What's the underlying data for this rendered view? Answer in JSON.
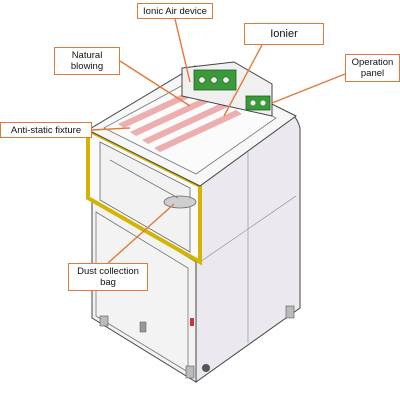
{
  "callouts": {
    "ionic_air_device": "Ionic Air device",
    "ionier": "Ionier",
    "natural_blowing": "Natural blowing",
    "operation_panel": "Operation panel",
    "anti_static_fixture": "Anti-static fixture",
    "dust_collection_bag": "Dust collection bag"
  },
  "colors": {
    "callout_border": "#e07a3a",
    "leader_line": "#e07a3a",
    "frame_yellow": "#f0d000",
    "cabinet_side": "#ece8ef",
    "pink_strip": "#e9a0a0",
    "panel_green": "#3a9a3a"
  }
}
